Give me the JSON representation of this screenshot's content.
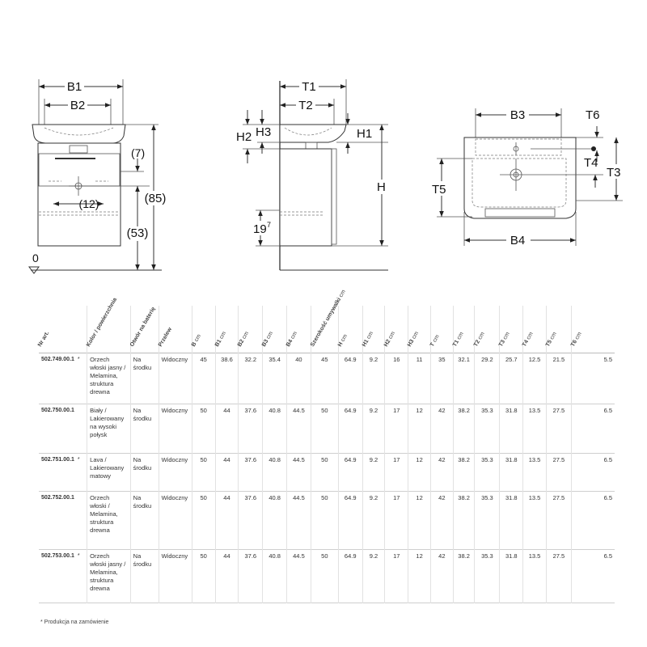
{
  "drawings": {
    "front": {
      "labels": [
        "B1",
        "B2",
        "(7)",
        "(12)",
        "(85)",
        "(53)",
        "0"
      ]
    },
    "side": {
      "labels": [
        "T1",
        "T2",
        "H2",
        "H3",
        "H1",
        "H",
        "19",
        "7"
      ]
    },
    "top": {
      "labels": [
        "B3",
        "T6",
        "T4",
        "T3",
        "T5",
        "B4"
      ]
    }
  },
  "table": {
    "headers": [
      {
        "label": "Nr art.",
        "unit": ""
      },
      {
        "label": "Kolor / powierzchnia",
        "unit": ""
      },
      {
        "label": "Otwór na baterię",
        "unit": ""
      },
      {
        "label": "Przelew",
        "unit": ""
      },
      {
        "label": "B",
        "unit": "cm"
      },
      {
        "label": "B1",
        "unit": "cm"
      },
      {
        "label": "B2",
        "unit": "cm"
      },
      {
        "label": "B3",
        "unit": "cm"
      },
      {
        "label": "B4",
        "unit": "cm"
      },
      {
        "label": "Szerokość umywalki",
        "unit": "cm"
      },
      {
        "label": "H",
        "unit": "cm"
      },
      {
        "label": "H1",
        "unit": "cm"
      },
      {
        "label": "H2",
        "unit": "cm"
      },
      {
        "label": "H3",
        "unit": "cm"
      },
      {
        "label": "T",
        "unit": "cm"
      },
      {
        "label": "T1",
        "unit": "cm"
      },
      {
        "label": "T2",
        "unit": "cm"
      },
      {
        "label": "T3",
        "unit": "cm"
      },
      {
        "label": "T4",
        "unit": "cm"
      },
      {
        "label": "T5",
        "unit": "cm"
      },
      {
        "label": "T6",
        "unit": "cm"
      }
    ],
    "rows": [
      {
        "art": "502.749.00.1",
        "star": "*",
        "color": "Orzech włoski jasny / Melamina, struktura drewna",
        "hole": "Na środku",
        "overflow": "Widoczny",
        "vals": [
          "45",
          "38.6",
          "32.2",
          "35.4",
          "40",
          "45",
          "64.9",
          "9.2",
          "16",
          "11",
          "35",
          "32.1",
          "29.2",
          "25.7",
          "12.5",
          "21.5",
          "5.5"
        ]
      },
      {
        "art": "502.750.00.1",
        "star": "",
        "color": "Biały / Lakierowany na wysoki połysk",
        "hole": "Na środku",
        "overflow": "Widoczny",
        "vals": [
          "50",
          "44",
          "37.6",
          "40.8",
          "44.5",
          "50",
          "64.9",
          "9.2",
          "17",
          "12",
          "42",
          "38.2",
          "35.3",
          "31.8",
          "13.5",
          "27.5",
          "6.5"
        ]
      },
      {
        "art": "502.751.00.1",
        "star": "*",
        "color": "Lava / Lakierowany matowy",
        "hole": "Na środku",
        "overflow": "Widoczny",
        "vals": [
          "50",
          "44",
          "37.6",
          "40.8",
          "44.5",
          "50",
          "64.9",
          "9.2",
          "17",
          "12",
          "42",
          "38.2",
          "35.3",
          "31.8",
          "13.5",
          "27.5",
          "6.5"
        ]
      },
      {
        "art": "502.752.00.1",
        "star": "",
        "color": "Orzech włoski / Melamina, struktura drewna",
        "hole": "Na środku",
        "overflow": "Widoczny",
        "vals": [
          "50",
          "44",
          "37.6",
          "40.8",
          "44.5",
          "50",
          "64.9",
          "9.2",
          "17",
          "12",
          "42",
          "38.2",
          "35.3",
          "31.8",
          "13.5",
          "27.5",
          "6.5"
        ]
      },
      {
        "art": "502.753.00.1",
        "star": "*",
        "color": "Orzech włoski jasny / Melamina, struktura drewna",
        "hole": "Na środku",
        "overflow": "Widoczny",
        "vals": [
          "50",
          "44",
          "37.6",
          "40.8",
          "44.5",
          "50",
          "64.9",
          "9.2",
          "17",
          "12",
          "42",
          "38.2",
          "35.3",
          "31.8",
          "13.5",
          "27.5",
          "6.5"
        ]
      }
    ]
  },
  "footnote": "*  Produkcja na zamówienie"
}
